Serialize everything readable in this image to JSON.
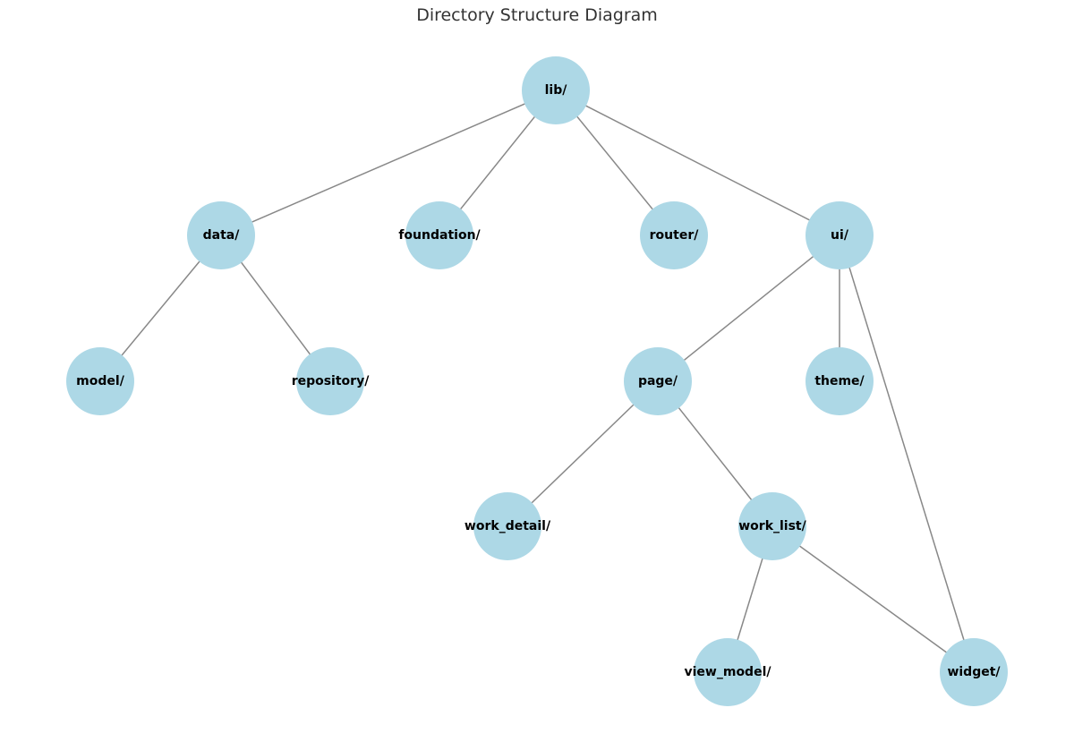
{
  "title": "Directory Structure Diagram",
  "colors": {
    "node": "#add8e6",
    "edge": "#888888",
    "label": "#000000",
    "title": "#333333"
  },
  "nodes": [
    {
      "id": "lib",
      "label": "lib/"
    },
    {
      "id": "data",
      "label": "data/"
    },
    {
      "id": "foundation",
      "label": "foundation/"
    },
    {
      "id": "router",
      "label": "router/"
    },
    {
      "id": "ui",
      "label": "ui/"
    },
    {
      "id": "model",
      "label": "model/"
    },
    {
      "id": "repository",
      "label": "repository/"
    },
    {
      "id": "page",
      "label": "page/"
    },
    {
      "id": "theme",
      "label": "theme/"
    },
    {
      "id": "work_detail",
      "label": "work_detail/"
    },
    {
      "id": "work_list",
      "label": "work_list/"
    },
    {
      "id": "view_model",
      "label": "view_model/"
    },
    {
      "id": "widget",
      "label": "widget/"
    }
  ],
  "edges": [
    [
      "lib",
      "data"
    ],
    [
      "lib",
      "foundation"
    ],
    [
      "lib",
      "router"
    ],
    [
      "lib",
      "ui"
    ],
    [
      "data",
      "model"
    ],
    [
      "data",
      "repository"
    ],
    [
      "ui",
      "page"
    ],
    [
      "ui",
      "theme"
    ],
    [
      "ui",
      "widget"
    ],
    [
      "page",
      "work_detail"
    ],
    [
      "page",
      "work_list"
    ],
    [
      "work_list",
      "view_model"
    ],
    [
      "work_list",
      "widget"
    ]
  ]
}
